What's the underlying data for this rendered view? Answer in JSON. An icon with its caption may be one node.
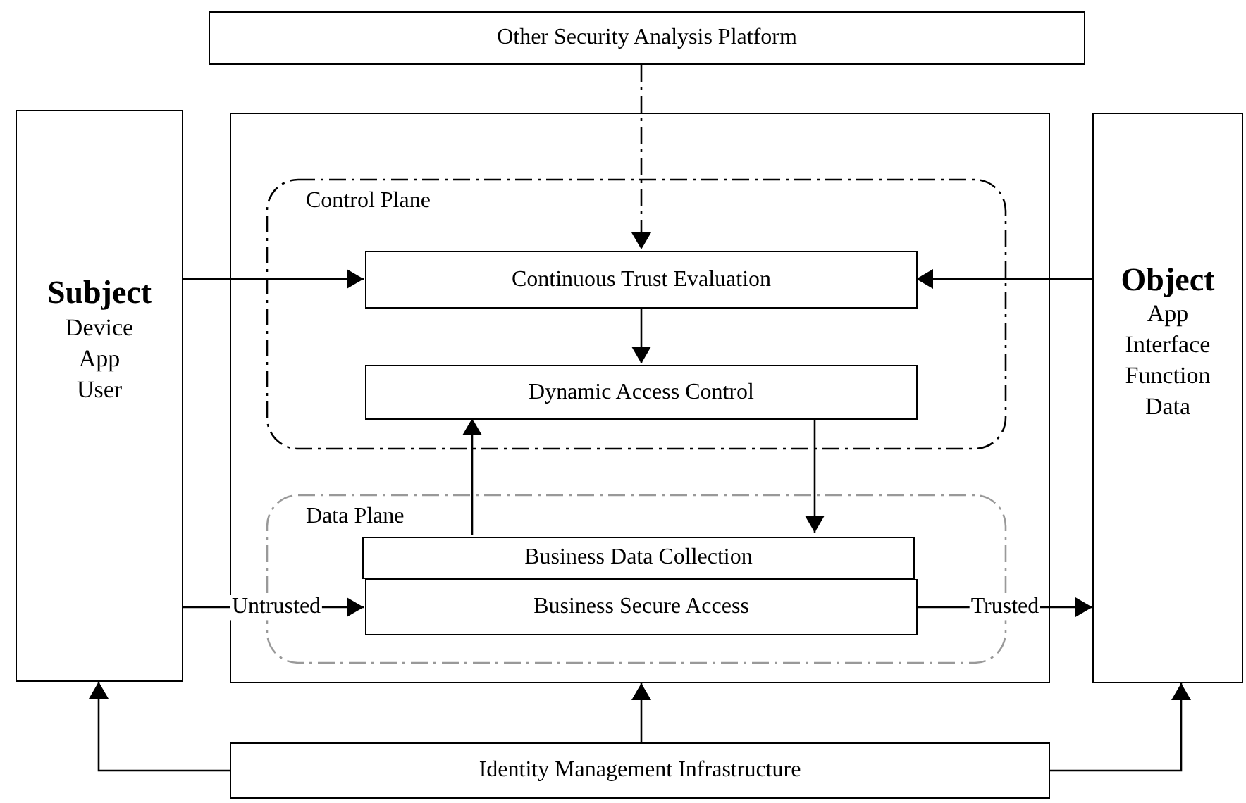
{
  "diagram": {
    "nodes": [
      {
        "text": [
          "Other Security Analysis Platform"
        ]
      },
      {
        "text": [
          "Subject",
          "Device App User"
        ]
      },
      {
        "text": [],
        "shape": "box"
      },
      {
        "text": [
          "Object",
          "App Interface Function Data"
        ]
      },
      {
        "text": [
          "Control Plane"
        ],
        "in": 2
      },
      {
        "text": [
          "Continuous Trust Evaluation"
        ],
        "in": 4
      },
      {
        "text": [
          "Dynamic Access Control"
        ],
        "in": 4
      },
      {
        "text": [
          "Data Plane"
        ],
        "in": 2
      },
      {
        "text": [
          "Business Data Collection"
        ],
        "in": 7
      },
      {
        "text": [
          "Business Secure Access"
        ],
        "in": 7
      },
      {
        "text": [
          "Identity Management Infrastructure"
        ]
      }
    ],
    "edges": [
      {
        "from": 0,
        "to": 5,
        "arrow": "to",
        "style": "dashed"
      },
      {
        "from": 1,
        "to": 5,
        "arrow": "to"
      },
      {
        "from": 3,
        "to": 5,
        "arrow": "to"
      },
      {
        "from": 5,
        "to": 6,
        "arrow": "to"
      },
      {
        "from": 8,
        "to": 6,
        "arrow": "to"
      },
      {
        "from": 6,
        "to": 8,
        "arrow": "to"
      },
      {
        "from": 1,
        "to": 9,
        "arrow": "to",
        "label": "Untrusted"
      },
      {
        "from": 9,
        "to": 3,
        "arrow": "to",
        "label": "Trusted"
      },
      {
        "from": 10,
        "to": 1,
        "arrow": "to"
      },
      {
        "from": 10,
        "to": 2,
        "arrow": "to"
      },
      {
        "from": 10,
        "to": 3,
        "arrow": "to"
      }
    ]
  }
}
